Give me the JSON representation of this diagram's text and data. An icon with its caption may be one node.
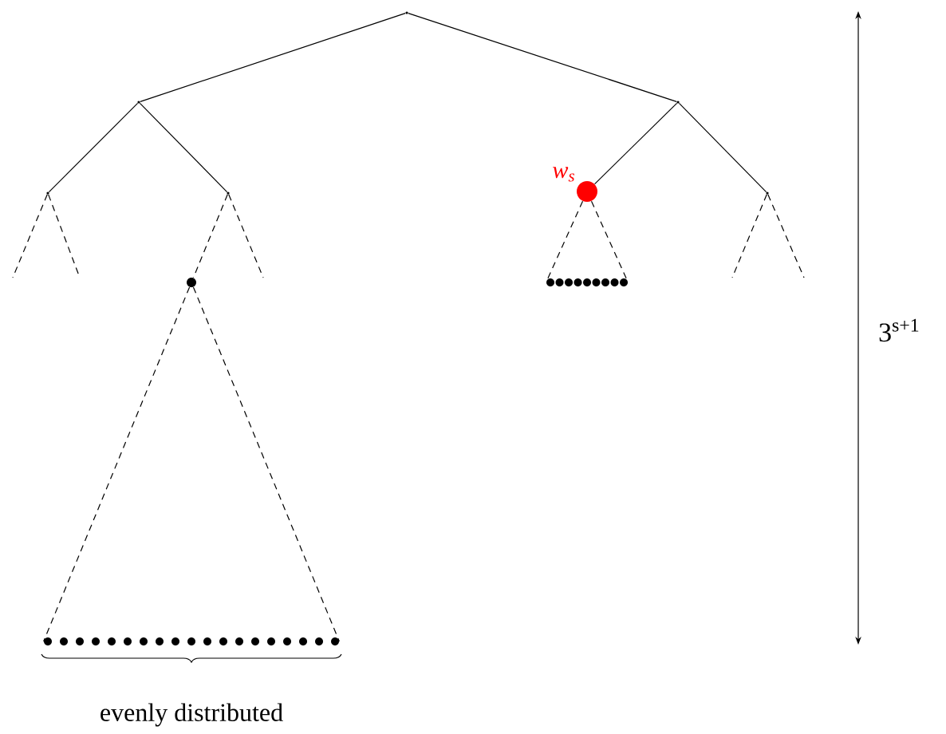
{
  "diagram": {
    "nodes": [
      {
        "text": [],
        "shape": "point"
      },
      {
        "text": [],
        "shape": "point"
      },
      {
        "text": [],
        "shape": "point"
      },
      {
        "text": [],
        "shape": "point"
      },
      {
        "text": [],
        "shape": "point"
      },
      {
        "text": [],
        "shape": "circle",
        "beside": [
          "w$_{s}$"
        ]
      },
      {
        "text": [],
        "shape": "point"
      },
      {
        "text": [],
        "shape": "dot"
      },
      {
        "text": [],
        "shape": "dots"
      },
      {
        "text": [],
        "shape": "dots"
      }
    ],
    "edges": [
      {
        "from": 0,
        "to": 1,
        "arrow": "none"
      },
      {
        "from": 0,
        "to": 2,
        "arrow": "none"
      },
      {
        "from": 1,
        "to": 3,
        "arrow": "none"
      },
      {
        "from": 1,
        "to": 4,
        "arrow": "none"
      },
      {
        "from": 2,
        "to": 5,
        "arrow": "none"
      },
      {
        "from": 2,
        "to": 6,
        "arrow": "none"
      },
      {
        "from": 3,
        "to": null,
        "arrow": "none",
        "style": "dashed"
      },
      {
        "from": 3,
        "to": null,
        "arrow": "none",
        "style": "dashed"
      },
      {
        "from": 4,
        "to": 7,
        "arrow": "none",
        "style": "dashed"
      },
      {
        "from": 4,
        "to": null,
        "arrow": "none",
        "style": "dashed"
      },
      {
        "from": 5,
        "to": 9,
        "arrow": "none",
        "style": "dashed"
      },
      {
        "from": 5,
        "to": 9,
        "arrow": "none",
        "style": "dashed"
      },
      {
        "from": 6,
        "to": null,
        "arrow": "none",
        "style": "dashed"
      },
      {
        "from": 6,
        "to": null,
        "arrow": "none",
        "style": "dashed"
      },
      {
        "from": 7,
        "to": 8,
        "arrow": "none",
        "style": "dashed"
      },
      {
        "from": 7,
        "to": 8,
        "arrow": "none",
        "style": "dashed"
      }
    ],
    "labels": [
      "3$^{s+1}$",
      "evenly distributed"
    ]
  }
}
